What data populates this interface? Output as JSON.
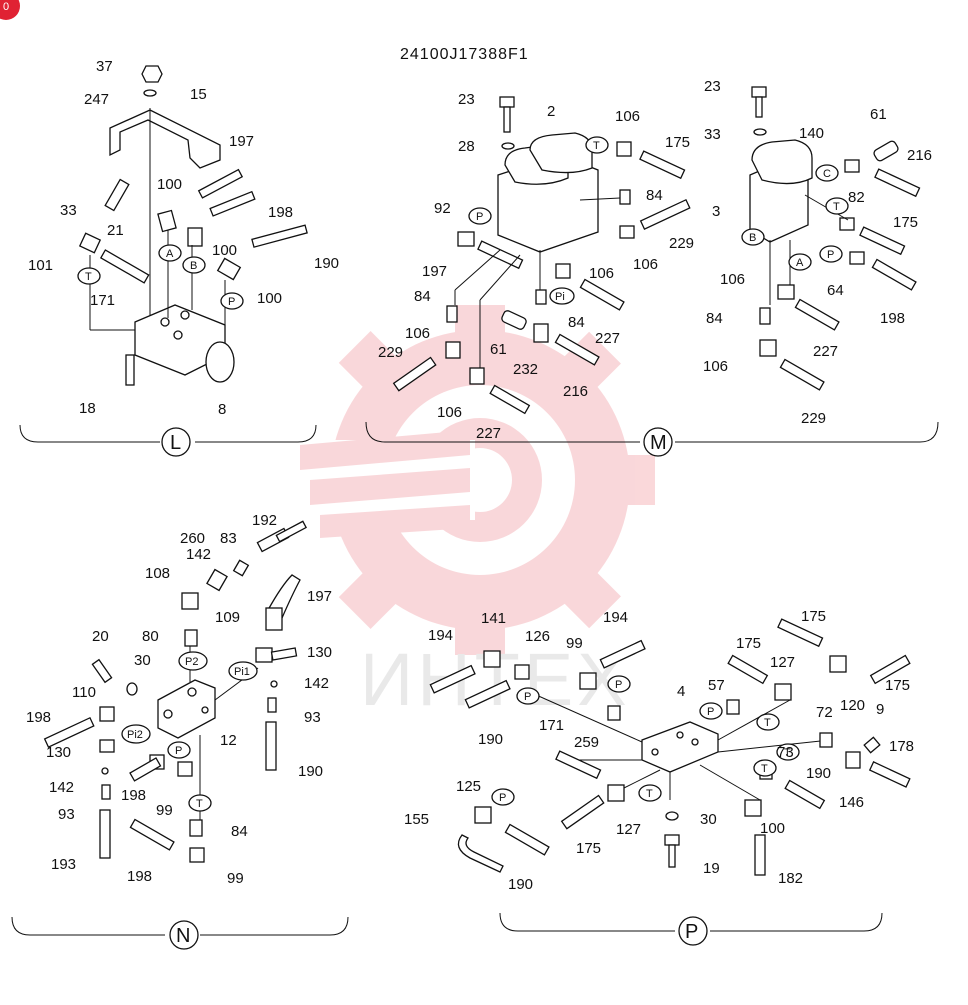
{
  "drawing_number": "24100J17388F1",
  "watermark_text": "ИНТЕХ",
  "corner_badge": "0",
  "accent_color": "#e02233",
  "watermark_color": "#f5b8bc",
  "sections": {
    "L": {
      "label": "L",
      "callouts": [
        "37",
        "247",
        "15",
        "197",
        "33",
        "100",
        "21",
        "198",
        "101",
        "100",
        "190",
        "171",
        "100",
        "18",
        "8"
      ],
      "ports": [
        "A",
        "B",
        "T",
        "P"
      ]
    },
    "M": {
      "label": "M",
      "callouts": [
        "23",
        "2",
        "106",
        "175",
        "28",
        "84",
        "92",
        "229",
        "197",
        "106",
        "106",
        "84",
        "61",
        "84",
        "227",
        "106",
        "232",
        "229",
        "216",
        "106",
        "227",
        "23",
        "61",
        "33",
        "140",
        "216",
        "82",
        "3",
        "175",
        "106",
        "64",
        "84",
        "227",
        "198",
        "106",
        "229"
      ],
      "ports": [
        "T",
        "P",
        "Pi",
        "C",
        "T",
        "B",
        "A",
        "P"
      ]
    },
    "N": {
      "label": "N",
      "callouts": [
        "192",
        "260",
        "83",
        "142",
        "108",
        "197",
        "109",
        "20",
        "80",
        "30",
        "130",
        "110",
        "142",
        "93",
        "198",
        "12",
        "130",
        "190",
        "142",
        "198",
        "99",
        "93",
        "84",
        "193",
        "198",
        "99"
      ],
      "ports": [
        "P2",
        "Pi1",
        "Pi2",
        "P",
        "T"
      ]
    },
    "P": {
      "label": "P",
      "callouts": [
        "194",
        "141",
        "99",
        "194",
        "126",
        "175",
        "175",
        "127",
        "175",
        "57",
        "120",
        "4",
        "190",
        "72",
        "9",
        "259",
        "171",
        "73",
        "178",
        "190",
        "146",
        "125",
        "100",
        "30",
        "155",
        "175",
        "127",
        "19",
        "190",
        "182"
      ],
      "ports": [
        "P",
        "P",
        "P",
        "T",
        "T",
        "T",
        "P",
        "T"
      ]
    }
  }
}
